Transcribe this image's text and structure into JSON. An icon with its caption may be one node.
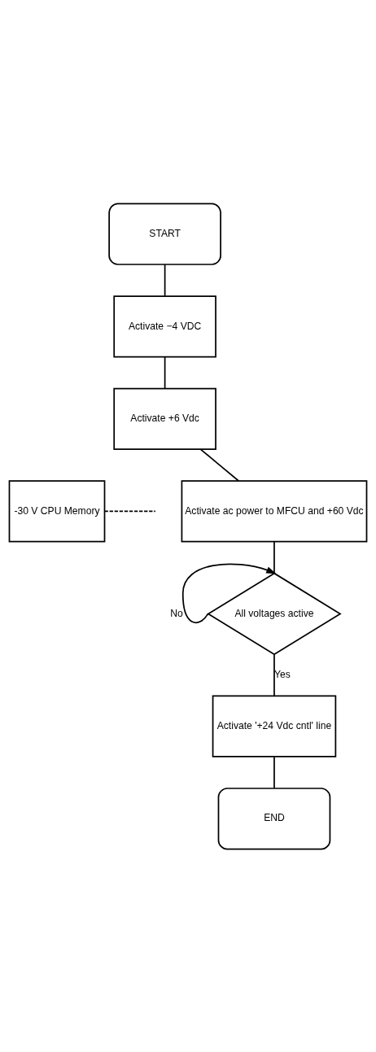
{
  "diagram": {
    "nodes": [
      {
        "text": [
          "START"
        ]
      },
      {
        "text": [
          "Activate −4 VDC"
        ]
      },
      {
        "text": [
          "Activate +6 Vdc"
        ]
      },
      {
        "text": [
          "-30 V CPU Memory"
        ]
      },
      {
        "text": [
          "Activate ac power to MFCU and +60 Vdc"
        ]
      },
      {
        "text": [
          "All voltages active"
        ]
      },
      {
        "text": [
          "Activate '+24 Vdc cntl' line"
        ]
      },
      {
        "text": [
          "END"
        ]
      }
    ],
    "edges": [
      {
        "from": 0,
        "to": 1,
        "arrow": "none"
      },
      {
        "from": 1,
        "to": 2,
        "arrow": "none"
      },
      {
        "from": 2,
        "to": 4,
        "arrow": "none"
      },
      {
        "from": 3,
        "to": null,
        "arrow": "none",
        "style": "dashed"
      },
      {
        "from": 4,
        "to": 5,
        "arrow": "none"
      },
      {
        "from": 5,
        "to": 5,
        "arrow": "to",
        "label": "No"
      },
      {
        "from": 5,
        "to": 6,
        "arrow": "none",
        "label": "Yes"
      },
      {
        "from": 6,
        "to": 7,
        "arrow": "none"
      }
    ]
  }
}
